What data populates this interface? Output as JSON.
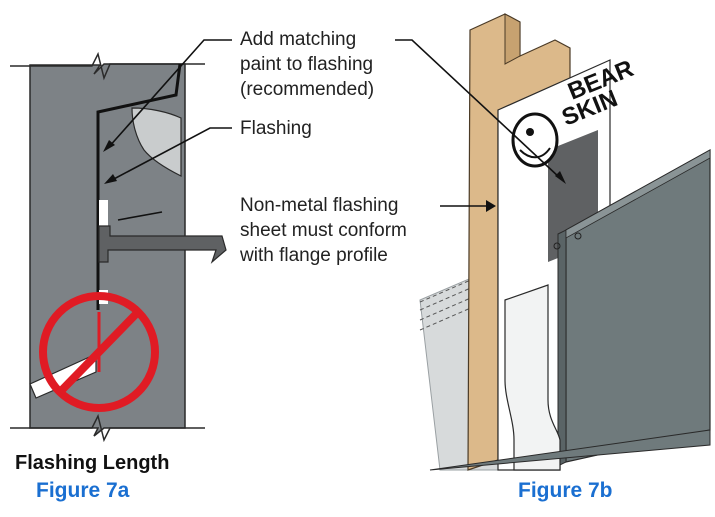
{
  "callouts": {
    "paint_line1": "Add matching",
    "paint_line2": "paint to flashing",
    "paint_line3": "(recommended)",
    "flashing": "Flashing",
    "nonmetal_line1": "Non-metal flashing",
    "nonmetal_line2": "sheet must conform",
    "nonmetal_line3": "with flange profile"
  },
  "figure_7a": {
    "subtitle": "Flashing Length",
    "label": "Figure 7a"
  },
  "figure_7b": {
    "label": "Figure 7b",
    "logo_text": "BEARSKIN"
  },
  "icons": [
    "prohibited-icon",
    "bearskin-logo"
  ],
  "colors": {
    "figure_label": "#1a6fd1",
    "prohibit_red": "#e01b24",
    "wall_gray": "#7d8286",
    "panel_gray": "#6f7a7c",
    "stud_tan": "#dcb98a",
    "flashing_gray": "#5f6163"
  }
}
